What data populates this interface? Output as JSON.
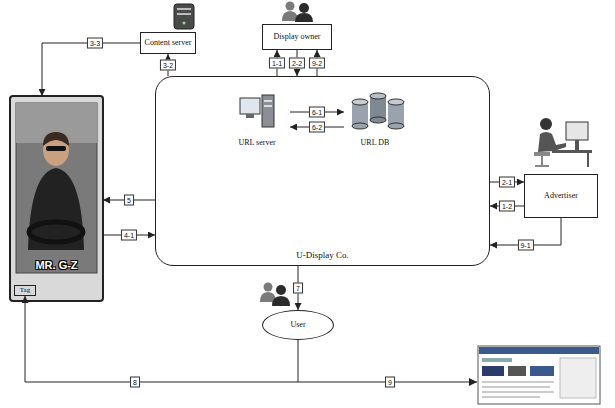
{
  "diagram": {
    "nodes": [
      {
        "text": [
          "Content server"
        ]
      },
      {
        "text": [
          "Display owner"
        ]
      },
      {
        "text": [
          "U-Display Co."
        ]
      },
      {
        "text": [
          "URL server"
        ],
        "in": 2
      },
      {
        "text": [
          "URL DB"
        ],
        "in": 2
      },
      {
        "text": [
          "Advertiser"
        ]
      },
      {
        "text": [
          "MR. G-Z"
        ]
      },
      {
        "text": [
          "Tag"
        ],
        "in": 6
      },
      {
        "text": [
          "User"
        ]
      }
    ],
    "edges": [
      {
        "from": 0,
        "to": 6,
        "label": "3-3",
        "arrow": "to"
      },
      {
        "from": 2,
        "to": 0,
        "label": "3-2",
        "arrow": "to"
      },
      {
        "from": 2,
        "to": 1,
        "label": "1-1",
        "arrow": "to"
      },
      {
        "from": 1,
        "to": 2,
        "label": "2-2",
        "arrow": "to"
      },
      {
        "from": 2,
        "to": 1,
        "label": "9-2",
        "arrow": "to"
      },
      {
        "from": 2,
        "to": 5,
        "label": "2-1",
        "arrow": "to"
      },
      {
        "from": 5,
        "to": 2,
        "label": "1-2",
        "arrow": "to"
      },
      {
        "from": 5,
        "to": 2,
        "label": "9-1",
        "arrow": "to"
      },
      {
        "from": 3,
        "to": 4,
        "label": "6-1",
        "arrow": "to"
      },
      {
        "from": 4,
        "to": 3,
        "label": "6-2",
        "arrow": "to"
      },
      {
        "from": 2,
        "to": 6,
        "label": "5",
        "arrow": "to"
      },
      {
        "from": 6,
        "to": 2,
        "label": "4-1",
        "arrow": "to"
      },
      {
        "from": 2,
        "to": 8,
        "label": "7",
        "arrow": "to"
      },
      {
        "from": 8,
        "to": 7,
        "label": "8",
        "arrow": "to"
      }
    ],
    "labels": [
      "9"
    ]
  }
}
